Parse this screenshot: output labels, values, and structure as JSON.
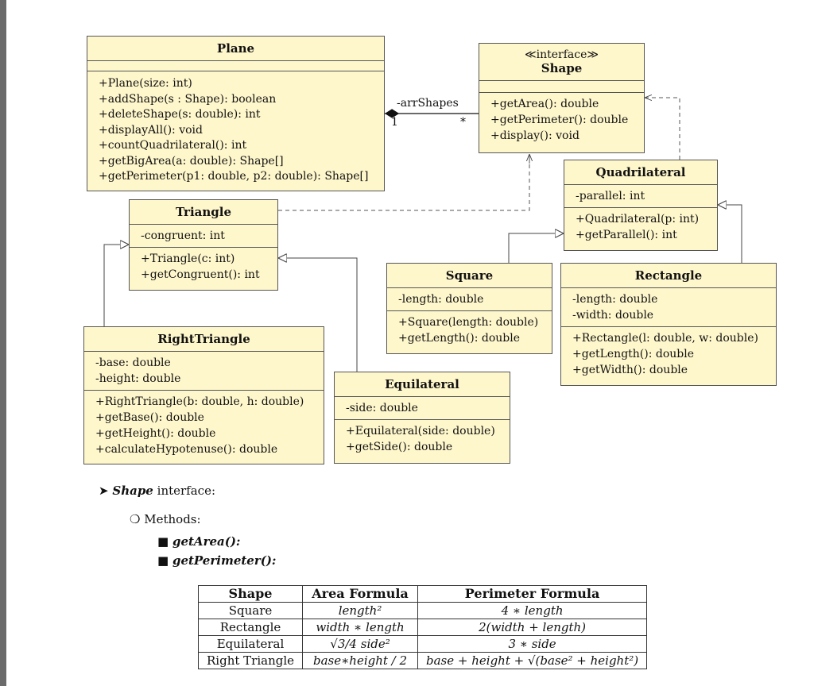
{
  "classes": {
    "plane": {
      "name": "Plane",
      "attributes": [],
      "methods": [
        "+Plane(size: int)",
        "+addShape(s : Shape): boolean",
        "+deleteShape(s: double): int",
        "+displayAll(): void",
        "+countQuadrilateral(): int",
        "+getBigArea(a: double): Shape[]",
        "+getPerimeter(p1: double, p2: double): Shape[]"
      ]
    },
    "shape": {
      "stereotype": "≪interface≫",
      "name": "Shape",
      "attributes": [],
      "methods": [
        "+getArea(): double",
        "+getPerimeter(): double",
        "+display(): void"
      ]
    },
    "quadrilateral": {
      "name": "Quadrilateral",
      "attributes": [
        "-parallel: int"
      ],
      "methods": [
        "+Quadrilateral(p: int)",
        "+getParallel(): int"
      ]
    },
    "triangle": {
      "name": "Triangle",
      "attributes": [
        "-congruent: int"
      ],
      "methods": [
        "+Triangle(c: int)",
        "+getCongruent(): int"
      ]
    },
    "square": {
      "name": "Square",
      "attributes": [
        "-length: double"
      ],
      "methods": [
        "+Square(length: double)",
        "+getLength(): double"
      ]
    },
    "rectangle": {
      "name": "Rectangle",
      "attributes": [
        "-length: double",
        "-width: double"
      ],
      "methods": [
        "+Rectangle(l: double, w: double)",
        "+getLength(): double",
        "+getWidth(): double"
      ]
    },
    "right_triangle": {
      "name": "RightTriangle",
      "attributes": [
        "-base: double",
        "-height: double"
      ],
      "methods": [
        "+RightTriangle(b: double, h: double)",
        "+getBase(): double",
        "+getHeight(): double",
        "+calculateHypotenuse(): double"
      ]
    },
    "equilateral": {
      "name": "Equilateral",
      "attributes": [
        "-side: double"
      ],
      "methods": [
        "+Equilateral(side: double)",
        "+getSide(): double"
      ]
    }
  },
  "association": {
    "role": "-arrShapes",
    "mult_plane": "1",
    "mult_shape": "*"
  },
  "notes": {
    "interface_heading": "Shape",
    "interface_suffix": "interface:",
    "methods_label": "Methods:",
    "method_items": [
      "getArea():",
      "getPerimeter():"
    ]
  },
  "formula_table": {
    "headers": [
      "Shape",
      "Area Formula",
      "Perimeter Formula"
    ],
    "rows": [
      [
        "Square",
        "length²",
        "4 ∗ length"
      ],
      [
        "Rectangle",
        "width ∗ length",
        "2(width + length)"
      ],
      [
        "Equilateral",
        "√3/4 side²",
        "3 ∗ side"
      ],
      [
        "Right Triangle",
        "base∗height / 2",
        "base + height + √(base² + height²)"
      ]
    ]
  }
}
